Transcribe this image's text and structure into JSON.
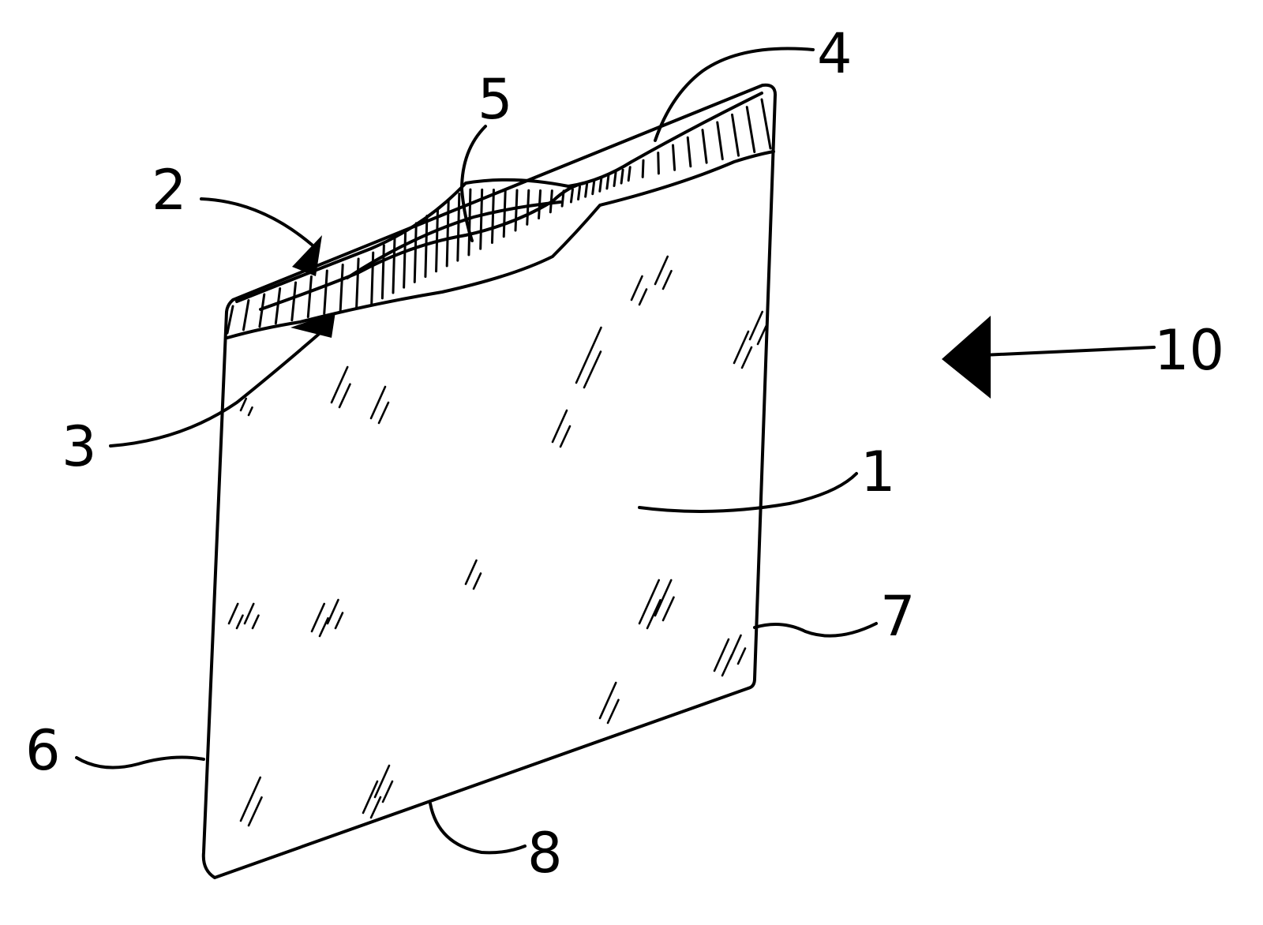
{
  "figure": {
    "reference_numerals": [
      {
        "id": "panel",
        "text": "1"
      },
      {
        "id": "zipper-front",
        "text": "2"
      },
      {
        "id": "zipper-back",
        "text": "3"
      },
      {
        "id": "top-edge",
        "text": "4"
      },
      {
        "id": "opening",
        "text": "5"
      },
      {
        "id": "left-edge",
        "text": "6"
      },
      {
        "id": "right-edge",
        "text": "7"
      },
      {
        "id": "bottom-edge",
        "text": "8"
      },
      {
        "id": "bag-assembly",
        "text": "10"
      }
    ],
    "ink_color": "#000000",
    "background_color": "#ffffff"
  }
}
